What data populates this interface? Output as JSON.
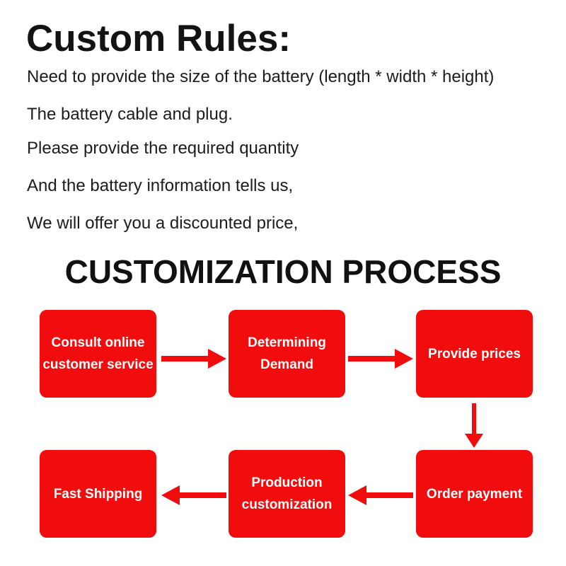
{
  "page": {
    "title": "Custom Rules:",
    "rules": [
      "Need to provide the size of the battery (length * width * height)",
      "The battery cable and plug.",
      "Please provide the required quantity",
      "And the battery information tells us,",
      "We will offer you a discounted price,"
    ],
    "process_heading": "CUSTOMIZATION PROCESS"
  },
  "flowchart": {
    "accent_color": "#F10D0D",
    "step_text_color": "#FFFFFF",
    "steps": [
      {
        "id": "consult-online",
        "line1": "Consult online",
        "line2": "customer service"
      },
      {
        "id": "determining-demand",
        "line1": "Determining",
        "line2": "Demand"
      },
      {
        "id": "provide-prices",
        "line1": "Provide prices",
        "line2": ""
      },
      {
        "id": "order-payment",
        "line1": "Order payment",
        "line2": ""
      },
      {
        "id": "production-customization",
        "line1": "Production",
        "line2": "customization"
      },
      {
        "id": "fast-shipping",
        "line1": "Fast Shipping",
        "line2": ""
      }
    ],
    "connections": [
      {
        "from": "consult-online",
        "to": "determining-demand",
        "direction": "right"
      },
      {
        "from": "determining-demand",
        "to": "provide-prices",
        "direction": "right"
      },
      {
        "from": "provide-prices",
        "to": "order-payment",
        "direction": "down"
      },
      {
        "from": "order-payment",
        "to": "production-customization",
        "direction": "left"
      },
      {
        "from": "production-customization",
        "to": "fast-shipping",
        "direction": "left"
      }
    ]
  }
}
